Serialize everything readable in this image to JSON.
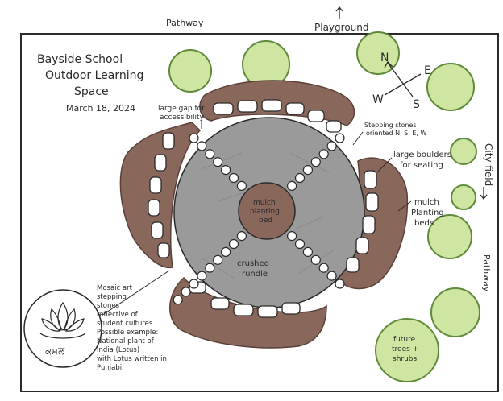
{
  "title": {
    "line1": "Bayside School",
    "line2": "Outdoor Learning",
    "line3": "Space",
    "date": "March 18, 2024"
  },
  "edges": {
    "top_pathway": "Pathway",
    "playground": "Playground",
    "city_field": "City field",
    "right_pathway": "Pathway"
  },
  "compass": {
    "n": "N",
    "s": "S",
    "e": "E",
    "w": "W"
  },
  "labels": {
    "gap_line1": "large gap for",
    "gap_line2": "accessibility",
    "stones_line1": "Stepping stones",
    "stones_line2": "oriented N, S, E, W",
    "boulders_line1": "large boulders",
    "boulders_line2": "for seating",
    "mulch_right_line1": "mulch",
    "mulch_right_line2": "Planting",
    "mulch_right_line3": "beds",
    "center_line1": "mulch",
    "center_line2": "planting",
    "center_line3": "bed",
    "crushed_line1": "crushed",
    "crushed_line2": "rundle",
    "future_line1": "future",
    "future_line2": "trees +",
    "future_line3": "shrubs"
  },
  "mosaic_note": [
    "Mosaic art",
    "stepping",
    "stones",
    "reflective of",
    "student cultures",
    "Possible example:",
    "National plant of",
    "India (Lotus)",
    "with Lotus written in",
    "Punjabi"
  ],
  "lotus_word": "ਕਮਲ",
  "colors": {
    "mulch": "#8a675b",
    "gravel": "#9a9a9a",
    "tree_fill": "#cfe6a2",
    "tree_stroke": "#5f8a3a",
    "boulder": "#ffffff",
    "ink": "#2a2a2a"
  }
}
